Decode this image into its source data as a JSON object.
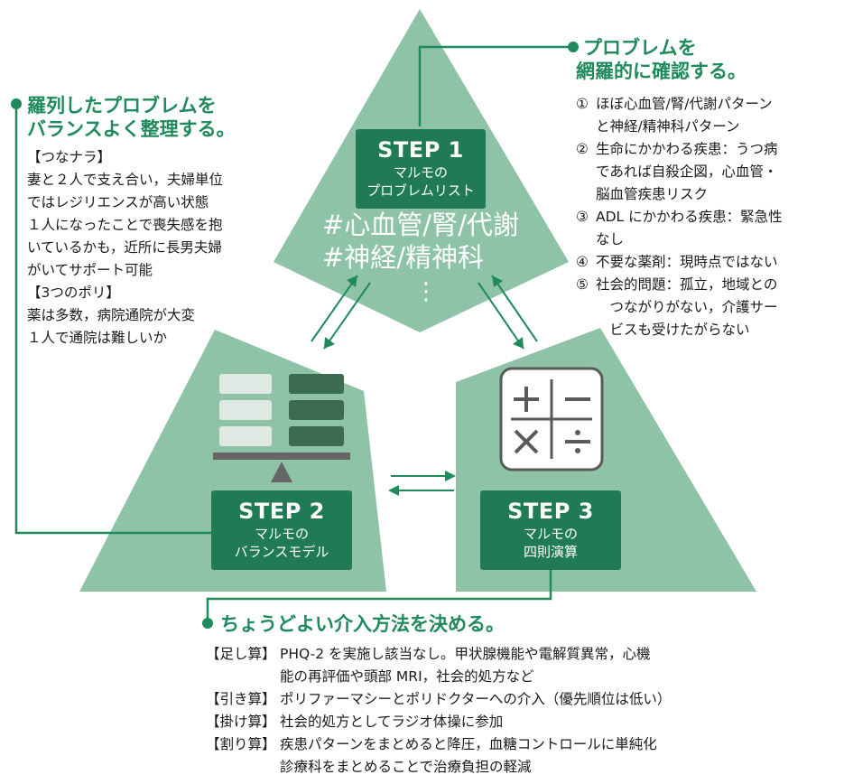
{
  "colors": {
    "shape_fill": "#8ec3a7",
    "step_box": "#1f7a55",
    "accent": "#1f8a5c",
    "light_block": "#dfe8e2",
    "dark_block": "#3d6b52",
    "scale_bar": "#666666",
    "calculator_bg": "#ffffff",
    "calculator_border": "#5a5a5a"
  },
  "steps": {
    "step1": {
      "label": "STEP 1",
      "title_line1": "マルモの",
      "title_line2": "プロブレムリスト"
    },
    "step2": {
      "label": "STEP 2",
      "title_line1": "マルモの",
      "title_line2": "バランスモデル"
    },
    "step3": {
      "label": "STEP 3",
      "title_line1": "マルモの",
      "title_line2": "四則演算"
    }
  },
  "tags": {
    "line1": "#心血管/腎/代謝",
    "line2": "#神経/精神科",
    "ellipsis": "⋮"
  },
  "right_panel": {
    "heading_line1": "プロブレムを",
    "heading_line2": "網羅的に確認する。",
    "items": [
      {
        "num": "①",
        "lines": [
          "ほぼ心血管/腎/代謝パターン",
          "と神経/精神科パターン"
        ]
      },
      {
        "num": "②",
        "lines": [
          "生命にかかわる疾患：うつ病",
          "であれば自殺企図，心血管・",
          "脳血管疾患リスク"
        ]
      },
      {
        "num": "③",
        "lines": [
          "ADL にかかわる疾患：緊急性",
          "なし"
        ]
      },
      {
        "num": "④",
        "lines": [
          "不要な薬剤：現時点ではない"
        ]
      },
      {
        "num": "⑤",
        "lines": [
          "社会的問題：孤立，地域との",
          "　つながりがない，介護サー",
          "　ビスも受けたがらない"
        ]
      }
    ]
  },
  "left_panel": {
    "heading_line1": "羅列したプロブレムを",
    "heading_line2": "バランスよく整理する。",
    "lines": [
      "【つなナラ】",
      "妻と２人で支え合い，夫婦単位",
      "ではレジリエンスが高い状態",
      "１人になったことで喪失感を抱",
      "いているかも，近所に長男夫婦",
      "がいてサポート可能",
      "【3つのポリ】",
      "薬は多数，病院通院が大変",
      "１人で通院は難しいか"
    ]
  },
  "bottom_panel": {
    "heading": "ちょうどよい介入方法を決める。",
    "rows": [
      {
        "label": "【足し算】",
        "lines": [
          "PHQ-2 を実施し該当なし。甲状腺機能や電解質異常，心機",
          "能の再評価や頭部 MRI，社会的処方など"
        ]
      },
      {
        "label": "【引き算】",
        "lines": [
          "ポリファーマシーとポリドクターへの介入（優先順位は低い）"
        ]
      },
      {
        "label": "【掛け算】",
        "lines": [
          "社会的処方としてラジオ体操に参加"
        ]
      },
      {
        "label": "【割り算】",
        "lines": [
          "疾患パターンをまとめると降圧，血糖コントロールに単純化",
          "診療科をまとめることで治療負担の軽減"
        ]
      }
    ]
  },
  "icons": {
    "balance": "balance-scale-icon",
    "calculator": "calculator-icon",
    "calc_symbols": [
      "+",
      "−",
      "×",
      "÷"
    ]
  }
}
